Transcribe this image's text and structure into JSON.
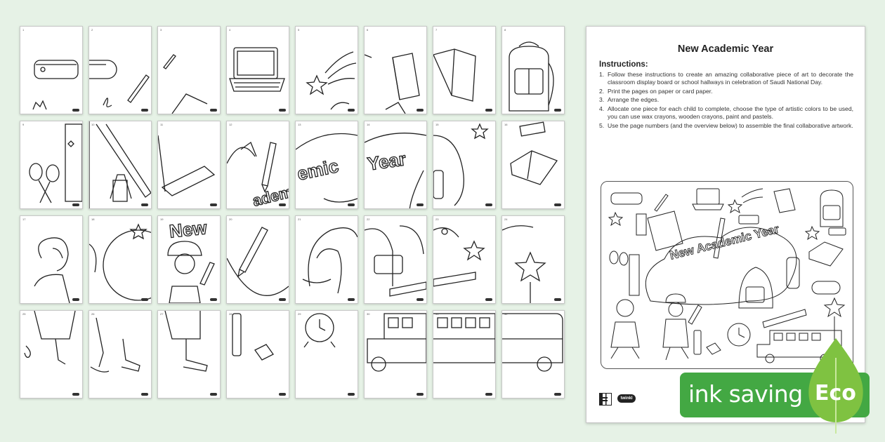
{
  "sheet": {
    "title": "New Academic Year",
    "instructions_heading": "Instructions:",
    "steps": [
      {
        "n": "1.",
        "text": "Follow these instructions to create an amazing collaborative piece of art to decorate the classroom display board or school hallways in celebration of Saudi National Day."
      },
      {
        "n": "2.",
        "text": "Print the pages on paper or card paper."
      },
      {
        "n": "3.",
        "text": "Arrange the edges."
      },
      {
        "n": "4.",
        "text": "Allocate one piece for each child to complete, choose the type of artistic colors to be used, you can use wax crayons, wooden crayons, paint and pastels."
      },
      {
        "n": "5.",
        "text": "Use the page numbers (and the overview below) to assemble the final collaborative artwork."
      }
    ],
    "overview_title": "New Academic Year",
    "logo_text": "twinkl"
  },
  "tiles": {
    "fragments": {
      "t2_3": "Year",
      "t2_4": "emic",
      "t2_5": "ademic",
      "t3_3": "New"
    }
  },
  "badge": {
    "label": "ink saving",
    "eco": "Eco",
    "color": "#43a843"
  }
}
